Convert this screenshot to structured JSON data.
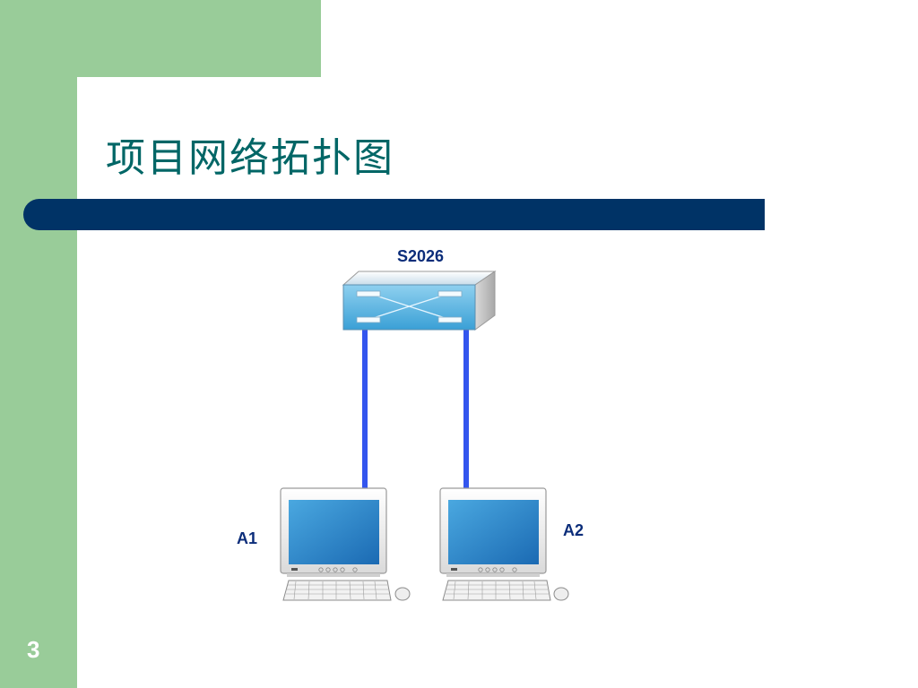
{
  "slide": {
    "title": "项目网络拓扑图",
    "number": "3"
  },
  "nodes": {
    "switch": {
      "label": "S2026"
    },
    "pc1": {
      "label": "A1"
    },
    "pc2": {
      "label": "A2"
    }
  },
  "colors": {
    "sidebar": "#99cc99",
    "title_bar": "#003366",
    "title_text": "#006666",
    "link": "#3355ee",
    "label_text": "#0b2d7a"
  }
}
